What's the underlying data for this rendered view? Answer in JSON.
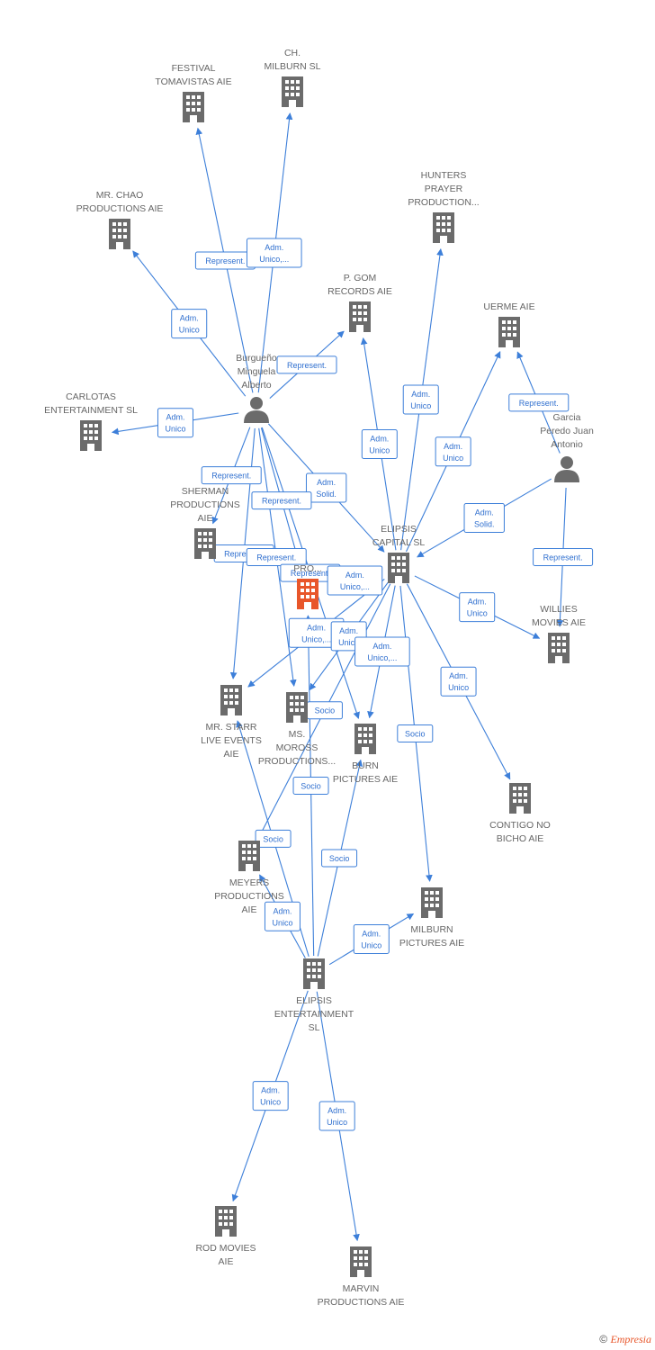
{
  "colors": {
    "edge": "#3d7fd9",
    "node": "#6b6b6b",
    "focus": "#e8562a",
    "label": "#666666"
  },
  "nodes": [
    {
      "id": "festival",
      "icon": "building-icon",
      "lines": [
        "FESTIVAL",
        "TOMAVISTAS AIE"
      ]
    },
    {
      "id": "chmilburn",
      "icon": "building-icon",
      "lines": [
        "CH.",
        "MILBURN  SL"
      ]
    },
    {
      "id": "mrchao",
      "icon": "building-icon",
      "lines": [
        "MR.  CHAO",
        "PRODUCTIONS AIE"
      ]
    },
    {
      "id": "hunters",
      "icon": "building-icon",
      "lines": [
        "HUNTERS",
        "PRAYER",
        "PRODUCTION..."
      ]
    },
    {
      "id": "pgom",
      "icon": "building-icon",
      "lines": [
        "P.  GOM",
        "RECORDS  AIE"
      ]
    },
    {
      "id": "uerme",
      "icon": "building-icon",
      "lines": [
        "UERME AIE"
      ]
    },
    {
      "id": "burgueno",
      "icon": "person-icon",
      "lines": [
        "Burgueño",
        "Minguela",
        "Alberto"
      ]
    },
    {
      "id": "garcia",
      "icon": "person-icon",
      "lines": [
        "Garcia",
        "Peredo Juan",
        "Antonio"
      ]
    },
    {
      "id": "carlotas",
      "icon": "building-icon",
      "lines": [
        "CARLOTAS",
        "ENTERTAINMENT SL"
      ]
    },
    {
      "id": "sherman",
      "icon": "building-icon",
      "lines": [
        "SHERMAN",
        "PRODUCTIONS",
        "AIE"
      ]
    },
    {
      "id": "elipsiscap",
      "icon": "building-icon",
      "lines": [
        "ELIPSIS",
        "CAPITAL  SL"
      ]
    },
    {
      "id": "focus",
      "icon": "building-icon",
      "lines": [
        "PRO..."
      ]
    },
    {
      "id": "willies",
      "icon": "building-icon",
      "lines": [
        "WILLIES",
        "MOVIES  AIE"
      ]
    },
    {
      "id": "mrstarr",
      "icon": "building-icon",
      "lines": [
        "MR.  STARR",
        "LIVE EVENTS",
        "AIE"
      ]
    },
    {
      "id": "msmoross",
      "icon": "building-icon",
      "lines": [
        "MS.",
        "MOROSS",
        "PRODUCTIONS..."
      ]
    },
    {
      "id": "burn",
      "icon": "building-icon",
      "lines": [
        "BURN",
        "PICTURES  AIE"
      ]
    },
    {
      "id": "contigo",
      "icon": "building-icon",
      "lines": [
        "CONTIGO NO",
        "BICHO  AIE"
      ]
    },
    {
      "id": "meyers",
      "icon": "building-icon",
      "lines": [
        "MEYERS",
        "PRODUCTIONS",
        "AIE"
      ]
    },
    {
      "id": "milburnpic",
      "icon": "building-icon",
      "lines": [
        "MILBURN",
        "PICTURES  AIE"
      ]
    },
    {
      "id": "elipsisent",
      "icon": "building-icon",
      "lines": [
        "ELIPSIS",
        "ENTERTAINMENT",
        "SL"
      ]
    },
    {
      "id": "rodmovies",
      "icon": "building-icon",
      "lines": [
        "ROD MOVIES",
        "AIE"
      ]
    },
    {
      "id": "marvin",
      "icon": "building-icon",
      "lines": [
        "MARVIN",
        "PRODUCTIONS AIE"
      ]
    }
  ],
  "edges": [
    {
      "from": "burgueno",
      "to": "festival",
      "label": [
        "Represent."
      ]
    },
    {
      "from": "burgueno",
      "to": "chmilburn",
      "label": [
        "Adm.",
        "Unico,..."
      ]
    },
    {
      "from": "burgueno",
      "to": "mrchao",
      "label": [
        "Adm.",
        "Unico"
      ]
    },
    {
      "from": "burgueno",
      "to": "pgom",
      "label": [
        "Represent."
      ]
    },
    {
      "from": "burgueno",
      "to": "carlotas",
      "label": [
        "Adm.",
        "Unico"
      ]
    },
    {
      "from": "burgueno",
      "to": "sherman",
      "label": [
        "Represent."
      ]
    },
    {
      "from": "burgueno",
      "to": "elipsiscap",
      "label": [
        "Adm.",
        "Solid."
      ]
    },
    {
      "from": "burgueno",
      "to": "focus",
      "label": [
        "Represent."
      ]
    },
    {
      "from": "burgueno",
      "to": "mrstarr",
      "label": [
        "Represent."
      ]
    },
    {
      "from": "burgueno",
      "to": "msmoross",
      "label": [
        "Represent."
      ]
    },
    {
      "from": "burgueno",
      "to": "burn",
      "label": [
        "Represent."
      ]
    },
    {
      "from": "elipsiscap",
      "to": "hunters",
      "label": [
        "Adm.",
        "Unico"
      ]
    },
    {
      "from": "elipsiscap",
      "to": "pgom",
      "label": [
        "Adm.",
        "Unico"
      ]
    },
    {
      "from": "elipsiscap",
      "to": "uerme",
      "label": [
        "Adm.",
        "Unico"
      ]
    },
    {
      "from": "elipsiscap",
      "to": "focus",
      "label": [
        "Adm.",
        "Unico,..."
      ]
    },
    {
      "from": "elipsiscap",
      "to": "willies",
      "label": [
        "Adm.",
        "Unico"
      ]
    },
    {
      "from": "elipsiscap",
      "to": "contigo",
      "label": [
        "Adm.",
        "Unico"
      ]
    },
    {
      "from": "elipsiscap",
      "to": "mrstarr",
      "label": [
        "Adm.",
        "Unico,..."
      ]
    },
    {
      "from": "elipsiscap",
      "to": "msmoross",
      "label": [
        "Adm.",
        "Unico"
      ]
    },
    {
      "from": "elipsiscap",
      "to": "burn",
      "label": [
        "Adm.",
        "Unico,..."
      ]
    },
    {
      "from": "elipsiscap",
      "to": "milburnpic",
      "label": [
        "Socio"
      ]
    },
    {
      "from": "elipsiscap",
      "to": "meyers",
      "label": [
        "Socio"
      ]
    },
    {
      "from": "garcia",
      "to": "uerme",
      "label": [
        "Represent."
      ]
    },
    {
      "from": "garcia",
      "to": "elipsiscap",
      "label": [
        "Adm.",
        "Solid."
      ]
    },
    {
      "from": "garcia",
      "to": "willies",
      "label": [
        "Represent."
      ]
    },
    {
      "from": "elipsisent",
      "to": "focus",
      "label": [
        "Socio"
      ]
    },
    {
      "from": "elipsisent",
      "to": "mrstarr",
      "label": [
        "Socio"
      ]
    },
    {
      "from": "elipsisent",
      "to": "burn",
      "label": [
        "Socio"
      ]
    },
    {
      "from": "elipsisent",
      "to": "meyers",
      "label": [
        "Adm.",
        "Unico"
      ]
    },
    {
      "from": "elipsisent",
      "to": "milburnpic",
      "label": [
        "Adm.",
        "Unico"
      ]
    },
    {
      "from": "elipsisent",
      "to": "rodmovies",
      "label": [
        "Adm.",
        "Unico"
      ]
    },
    {
      "from": "elipsisent",
      "to": "marvin",
      "label": [
        "Adm.",
        "Unico"
      ]
    }
  ],
  "footer": {
    "copyright": "©",
    "brand": "Empresia"
  }
}
